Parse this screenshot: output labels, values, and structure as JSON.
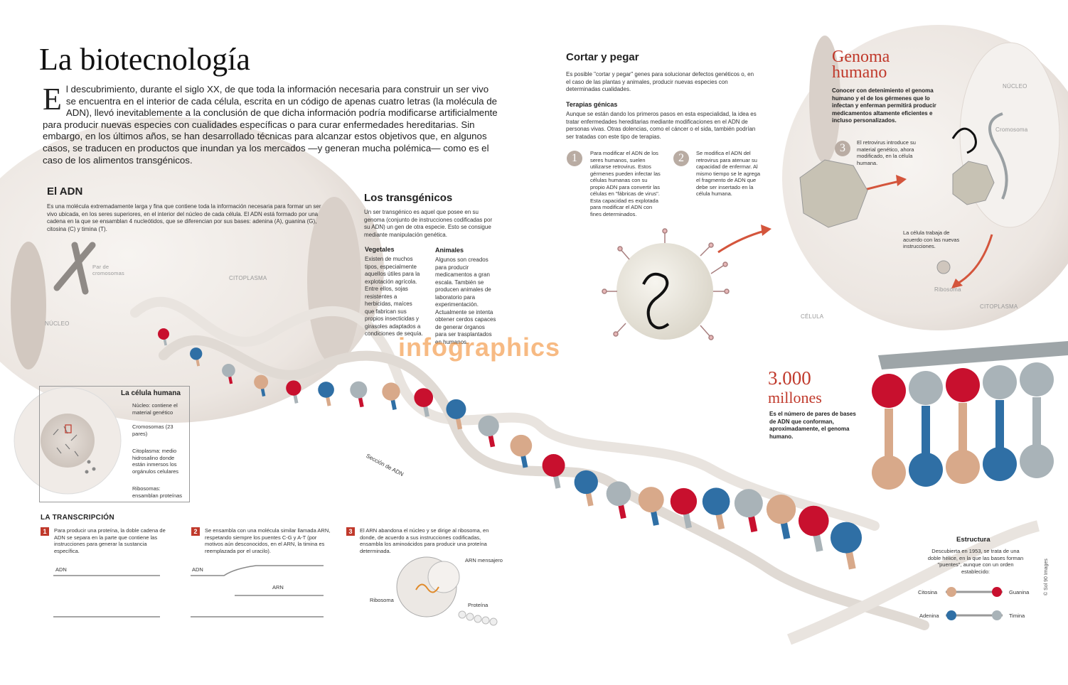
{
  "title": "La biotecnología",
  "intro": {
    "dropcap": "E",
    "text": "l descubrimiento, durante el siglo XX, de que toda la información necesaria para construir un ser vivo se encuentra en el interior de cada célula, escrita en un código de apenas cuatro letras (la molécula de ADN), llevó inevitablemente a la conclusión de que dicha información podría modificarse artificialmente para producir nuevas especies con cualidades específicas o para curar enfermedades hereditarias. Sin embargo, en los últimos años, se han desarrollado técnicas para alcanzar estos objetivos que, en algunos casos, se traducen en productos que inundan ya los mercados —y generan mucha polémica— como es el caso de los alimentos transgénicos."
  },
  "adn": {
    "title": "El ADN",
    "text": "Es una molécula extremadamente larga y fina que contiene toda la información necesaria para formar un ser vivo ubicada, en los seres superiores, en el interior del núcleo de cada célula. El ADN está formado por una cadena en la que se ensamblan 4 nucleótidos, que se diferencian por sus bases: adenina (A), guanina (G), citosina (C) y timina (T).",
    "par_label": "Par de cromosomas",
    "citoplasma": "CITOPLASMA",
    "nucleo": "NÚCLEO",
    "seccion": "Sección de ADN"
  },
  "celula_humana": {
    "title": "La célula humana",
    "items": [
      "Núcleo: contiene el material genético",
      "Cromosomas (23 pares)",
      "Citoplasma: medio hidrosalino donde están inmersos los orgánulos celulares",
      "Ribosomas: ensamblan proteínas"
    ]
  },
  "transgenicos": {
    "title": "Los transgénicos",
    "text": "Un ser transgénico es aquel que posee en su genoma (conjunto de instrucciones codificadas por su ADN) un gen de otra especie. Esto se consigue mediante manipulación genética.",
    "vegetales_title": "Vegetales",
    "vegetales_text": "Existen de muchos tipos, especialmente aquellos útiles para la explotación agrícola. Entre ellos, sojas resistentes a herbicidas, maíces que fabrican sus propios insecticidas y girasoles adaptados a condiciones de sequía.",
    "animales_title": "Animales",
    "animales_text": "Algunos son creados para producir medicamentos a gran escala. También se producen animales de laboratorio para experimentación. Actualmente se intenta obtener cerdos capaces de generar órganos para ser trasplantados en humanos."
  },
  "cortar": {
    "title": "Cortar y pegar",
    "text": "Es posible \"cortar y pegar\" genes para solucionar defectos genéticos o, en el caso de las plantas y animales, producir nuevas especies con determinadas cualidades.",
    "terapias_title": "Terapias génicas",
    "terapias_text": "Aunque se están dando los primeros pasos en esta especialidad, la idea es tratar enfermedades hereditarias mediante modificaciones en el ADN de personas vivas. Otras dolencias, como el cáncer o el sida, también podrían ser tratadas con este tipo de terapias.",
    "step1_num": "1",
    "step1": "Para modificar el ADN de los seres humanos, suelen utilizarse retrovirus. Estos gérmenes pueden infectar las células humanas con su propio ADN para convertir las células en \"fábricas de virus\". Esta capacidad es explotada para modificar el ADN con fines determinados.",
    "step2_num": "2",
    "step2": "Se modifica el ADN del retrovirus para atenuar su capacidad de enfermar. Al mismo tiempo se le agrega el fragmento de ADN que debe ser insertado en la célula humana.",
    "step3_num": "3",
    "step3": "El retrovirus introduce su material genético, ahora modificado, en la célula humana.",
    "trabaja": "La célula trabaja de acuerdo con las nuevas instrucciones."
  },
  "genoma": {
    "title_line1": "Genoma",
    "title_line2": "humano",
    "text": "Conocer con detenimiento el genoma humano y el de los gérmenes que lo infectan y enferman permitirá producir medicamentos altamente eficientes e incluso personalizados.",
    "nucleo": "NÚCLEO",
    "cromosoma": "Cromosoma",
    "ribosoma": "Ribosoma",
    "celula": "CÉLULA",
    "citoplasma": "CITOPLASMA"
  },
  "millones": {
    "number": "3.000",
    "word": "millones",
    "text": "Es el número de pares de bases de ADN que conforman, aproximadamente, el genoma humano."
  },
  "transcripcion": {
    "title": "LA TRANSCRIPCIÓN",
    "steps": [
      {
        "num": "1",
        "text": "Para producir una proteína, la doble cadena de ADN se separa en la parte que contiene las instrucciones para generar la sustancia específica."
      },
      {
        "num": "2",
        "text": "Se ensambla con una molécula similar llamada ARN, respetando siempre los puentes C-G y A-T (por motivos aún desconocidos, en el ARN, la timina es reemplazada por el uracilo)."
      },
      {
        "num": "3",
        "text": "El ARN abandona el núcleo y se dirige al ribosoma, en donde, de acuerdo a sus instrucciones codificadas, ensambla los aminoácidos para producir una proteína determinada."
      }
    ],
    "adn1": "ADN",
    "adn2": "ADN",
    "arn": "ARN",
    "arn_mensajero": "ARN mensajero",
    "ribosoma": "Ribosoma",
    "proteina": "Proteína"
  },
  "estructura": {
    "title": "Estructura",
    "text": "Descubierta en 1953, se trata de una doble hélice, en la que las bases forman \"puentes\", aunque con un orden establecido:",
    "citosina": "Citosina",
    "guanina": "Guanina",
    "adenina": "Adenina",
    "timina": "Timina"
  },
  "watermark": "infographics",
  "credit": "© Sol 90 Images",
  "colors": {
    "red": "#c8102e",
    "blue": "#2f6fa5",
    "grey": "#a9b3b8",
    "tan": "#d8a98a",
    "accent": "#c0392b"
  }
}
